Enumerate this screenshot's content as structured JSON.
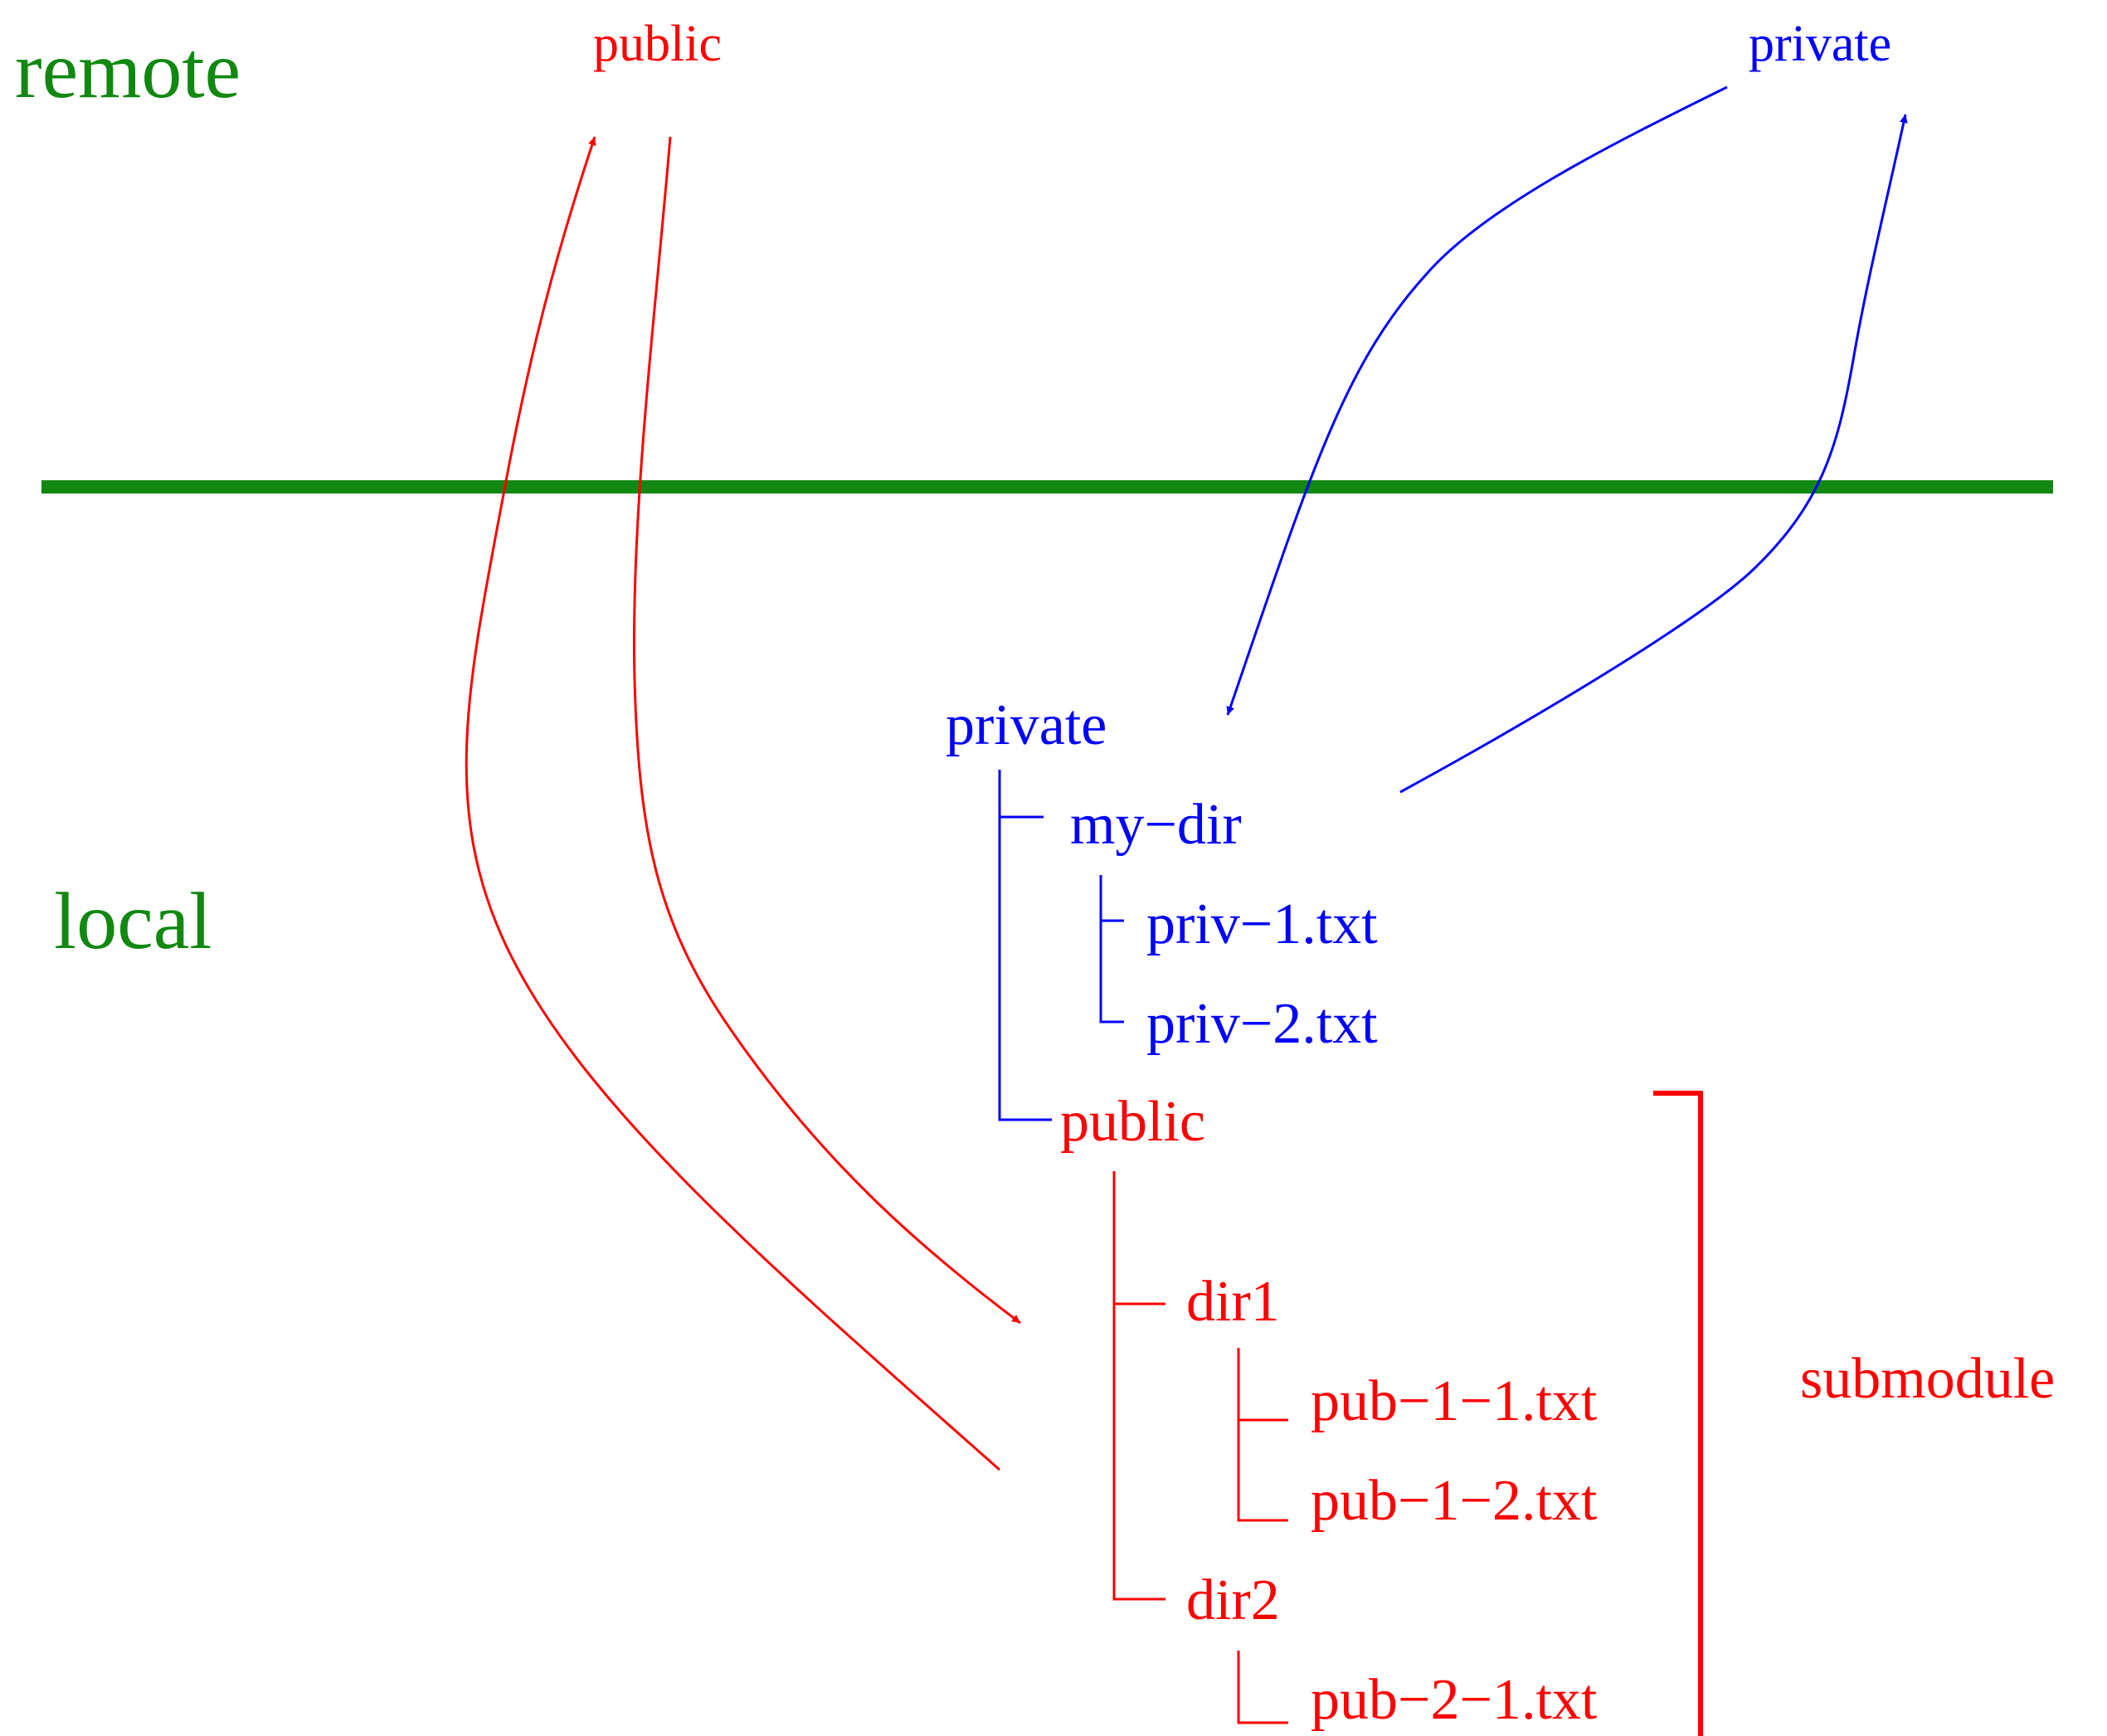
{
  "colors": {
    "zone": "#118811",
    "public": "#ff0000",
    "private": "#0000ff"
  },
  "zones": {
    "remote": "remote",
    "local": "local"
  },
  "remote_repos": {
    "public": "public",
    "private": "private"
  },
  "local_tree": {
    "root": "private",
    "my_dir": "my−dir",
    "priv_1": "priv−1.txt",
    "priv_2": "priv−2.txt",
    "public": "public",
    "dir1": "dir1",
    "pub_1_1": "pub−1−1.txt",
    "pub_1_2": "pub−1−2.txt",
    "dir2": "dir2",
    "pub_2_1": "pub−2−1.txt"
  },
  "submodule_label": "submodule"
}
